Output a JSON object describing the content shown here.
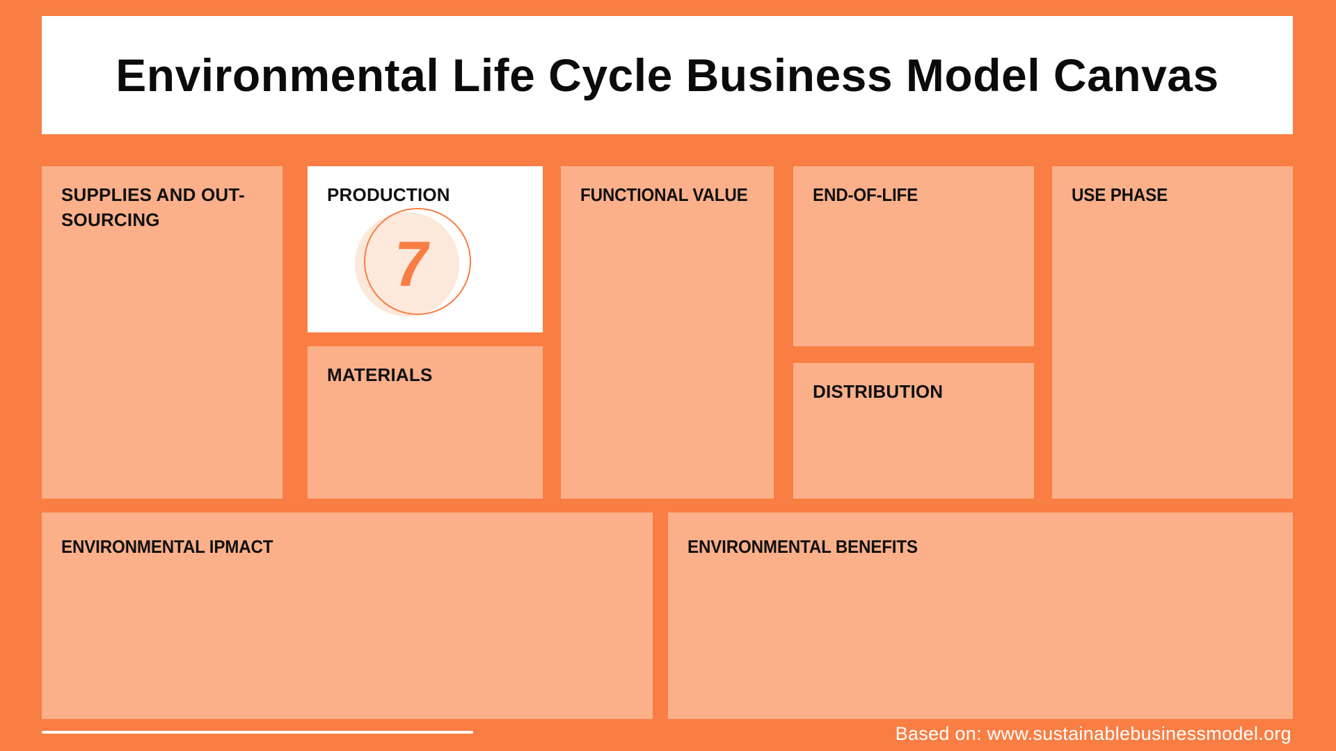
{
  "canvas": {
    "title": "Environmental Life Cycle Business Model Canvas",
    "attribution": "Based on: www.sustainablebusinessmodel.org",
    "production_badge": "7",
    "colors": {
      "background_orange": "#F87E44",
      "box_peach": "#FBB08A",
      "badge_fill": "#FCE9DB",
      "badge_accent": "#F87E44",
      "text_black": "#101010",
      "text_white": "#FFFFFF"
    },
    "boxes": [
      {
        "id": "supplies-and-out-sourcing",
        "label": "SUPPLIES AND OUT-SOURCING"
      },
      {
        "id": "production",
        "label": "PRODUCTION"
      },
      {
        "id": "materials",
        "label": "MATERIALS"
      },
      {
        "id": "functional-value",
        "label": "FUNCTIONAL VALUE"
      },
      {
        "id": "end-of-life",
        "label": "END-OF-LIFE"
      },
      {
        "id": "distribution",
        "label": "DISTRIBUTION"
      },
      {
        "id": "use-phase",
        "label": "USE PHASE"
      },
      {
        "id": "environmental-impact",
        "label": "ENVIRONMENTAL IPMACT"
      },
      {
        "id": "environmental-benefits",
        "label": "ENVIRONMENTAL BENEFITS"
      }
    ]
  }
}
